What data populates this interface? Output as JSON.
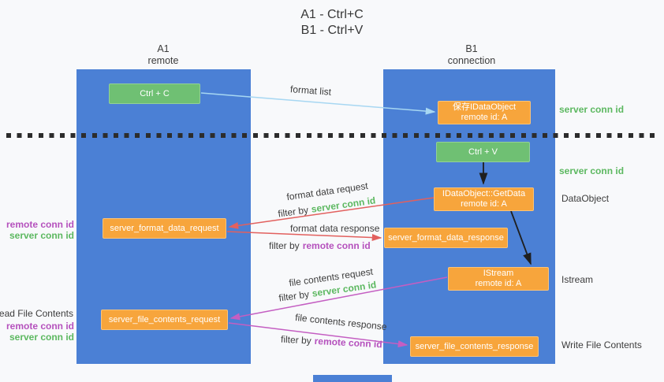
{
  "title": {
    "line1": "A1 - Ctrl+C",
    "line2": "B1 - Ctrl+V"
  },
  "lanes": {
    "a1": {
      "name": "A1",
      "subtitle": "remote"
    },
    "b1": {
      "name": "B1",
      "subtitle": "connection"
    }
  },
  "nodes": {
    "ctrl_c": {
      "label": "Ctrl + C"
    },
    "save_dataobject": {
      "line1": "保存IDataObject",
      "line2": "remote id: A"
    },
    "ctrl_v": {
      "label": "Ctrl + V"
    },
    "getdata": {
      "line1": "IDataObject::GetData",
      "line2": "remote id: A"
    },
    "format_request": {
      "label": "server_format_data_request"
    },
    "format_response": {
      "label": "server_format_data_response"
    },
    "istream": {
      "line1": "IStream",
      "line2": "remote id: A"
    },
    "file_request": {
      "label": "server_file_contents_request"
    },
    "file_response": {
      "label": "server_file_contents_response"
    }
  },
  "arrows": {
    "format_list": {
      "label": "format list"
    },
    "format_data_request": {
      "label": "format data request",
      "filter_prefix": "filter by",
      "filter_key": "server conn id"
    },
    "format_data_response": {
      "label": "format data response",
      "filter_prefix": "filter by",
      "filter_key": "remote conn id"
    },
    "file_contents_request": {
      "label": "file contents request",
      "filter_prefix": "filter by",
      "filter_key": "server conn id"
    },
    "file_contents_response": {
      "label": "file contents response",
      "filter_prefix": "filter by",
      "filter_key": "remote conn id"
    }
  },
  "side_labels": {
    "right_server_conn_top": "server conn id",
    "right_server_conn_mid": "server conn id",
    "right_dataobject": "DataObject",
    "right_istream": "Istream",
    "right_write_file": "Write File Contents",
    "left_remote_conn_top": "remote conn id",
    "left_server_conn_top": "server conn id",
    "left_read_file": "Read File Contents",
    "left_remote_conn_bottom": "remote conn id",
    "left_server_conn_bottom": "server conn id"
  },
  "colors": {
    "lane_blue": "#4b80d5",
    "node_orange": "#f7a53c",
    "node_green": "#6fc073",
    "arrow_light_blue": "#a7d7f2",
    "arrow_red": "#e2605e",
    "arrow_magenta": "#c45ec2",
    "arrow_black": "#1f1f1f",
    "text_green": "#5cb860",
    "text_purple": "#b551bd"
  }
}
